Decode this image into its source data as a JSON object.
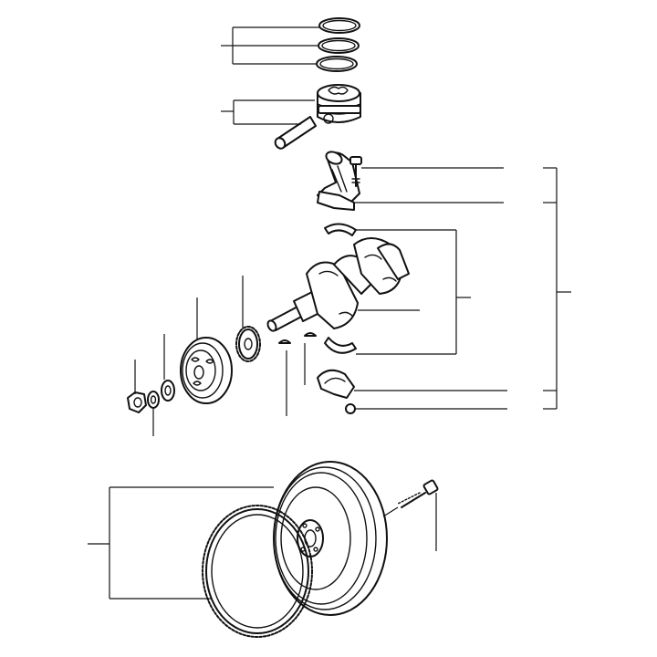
{
  "diagram": {
    "type": "exploded-parts-view",
    "colors": {
      "line": "#111111",
      "background": "#ffffff"
    },
    "parts": [
      "piston-rings",
      "piston-with-pin",
      "connecting-rod-with-bolt",
      "main-bearing-shells",
      "crankshaft",
      "timing-gear",
      "crankshaft-pulley",
      "washer",
      "nut",
      "woodruff-keys",
      "rod-cap-and-nut",
      "flywheel",
      "ring-gear",
      "flywheel-bolt"
    ]
  }
}
